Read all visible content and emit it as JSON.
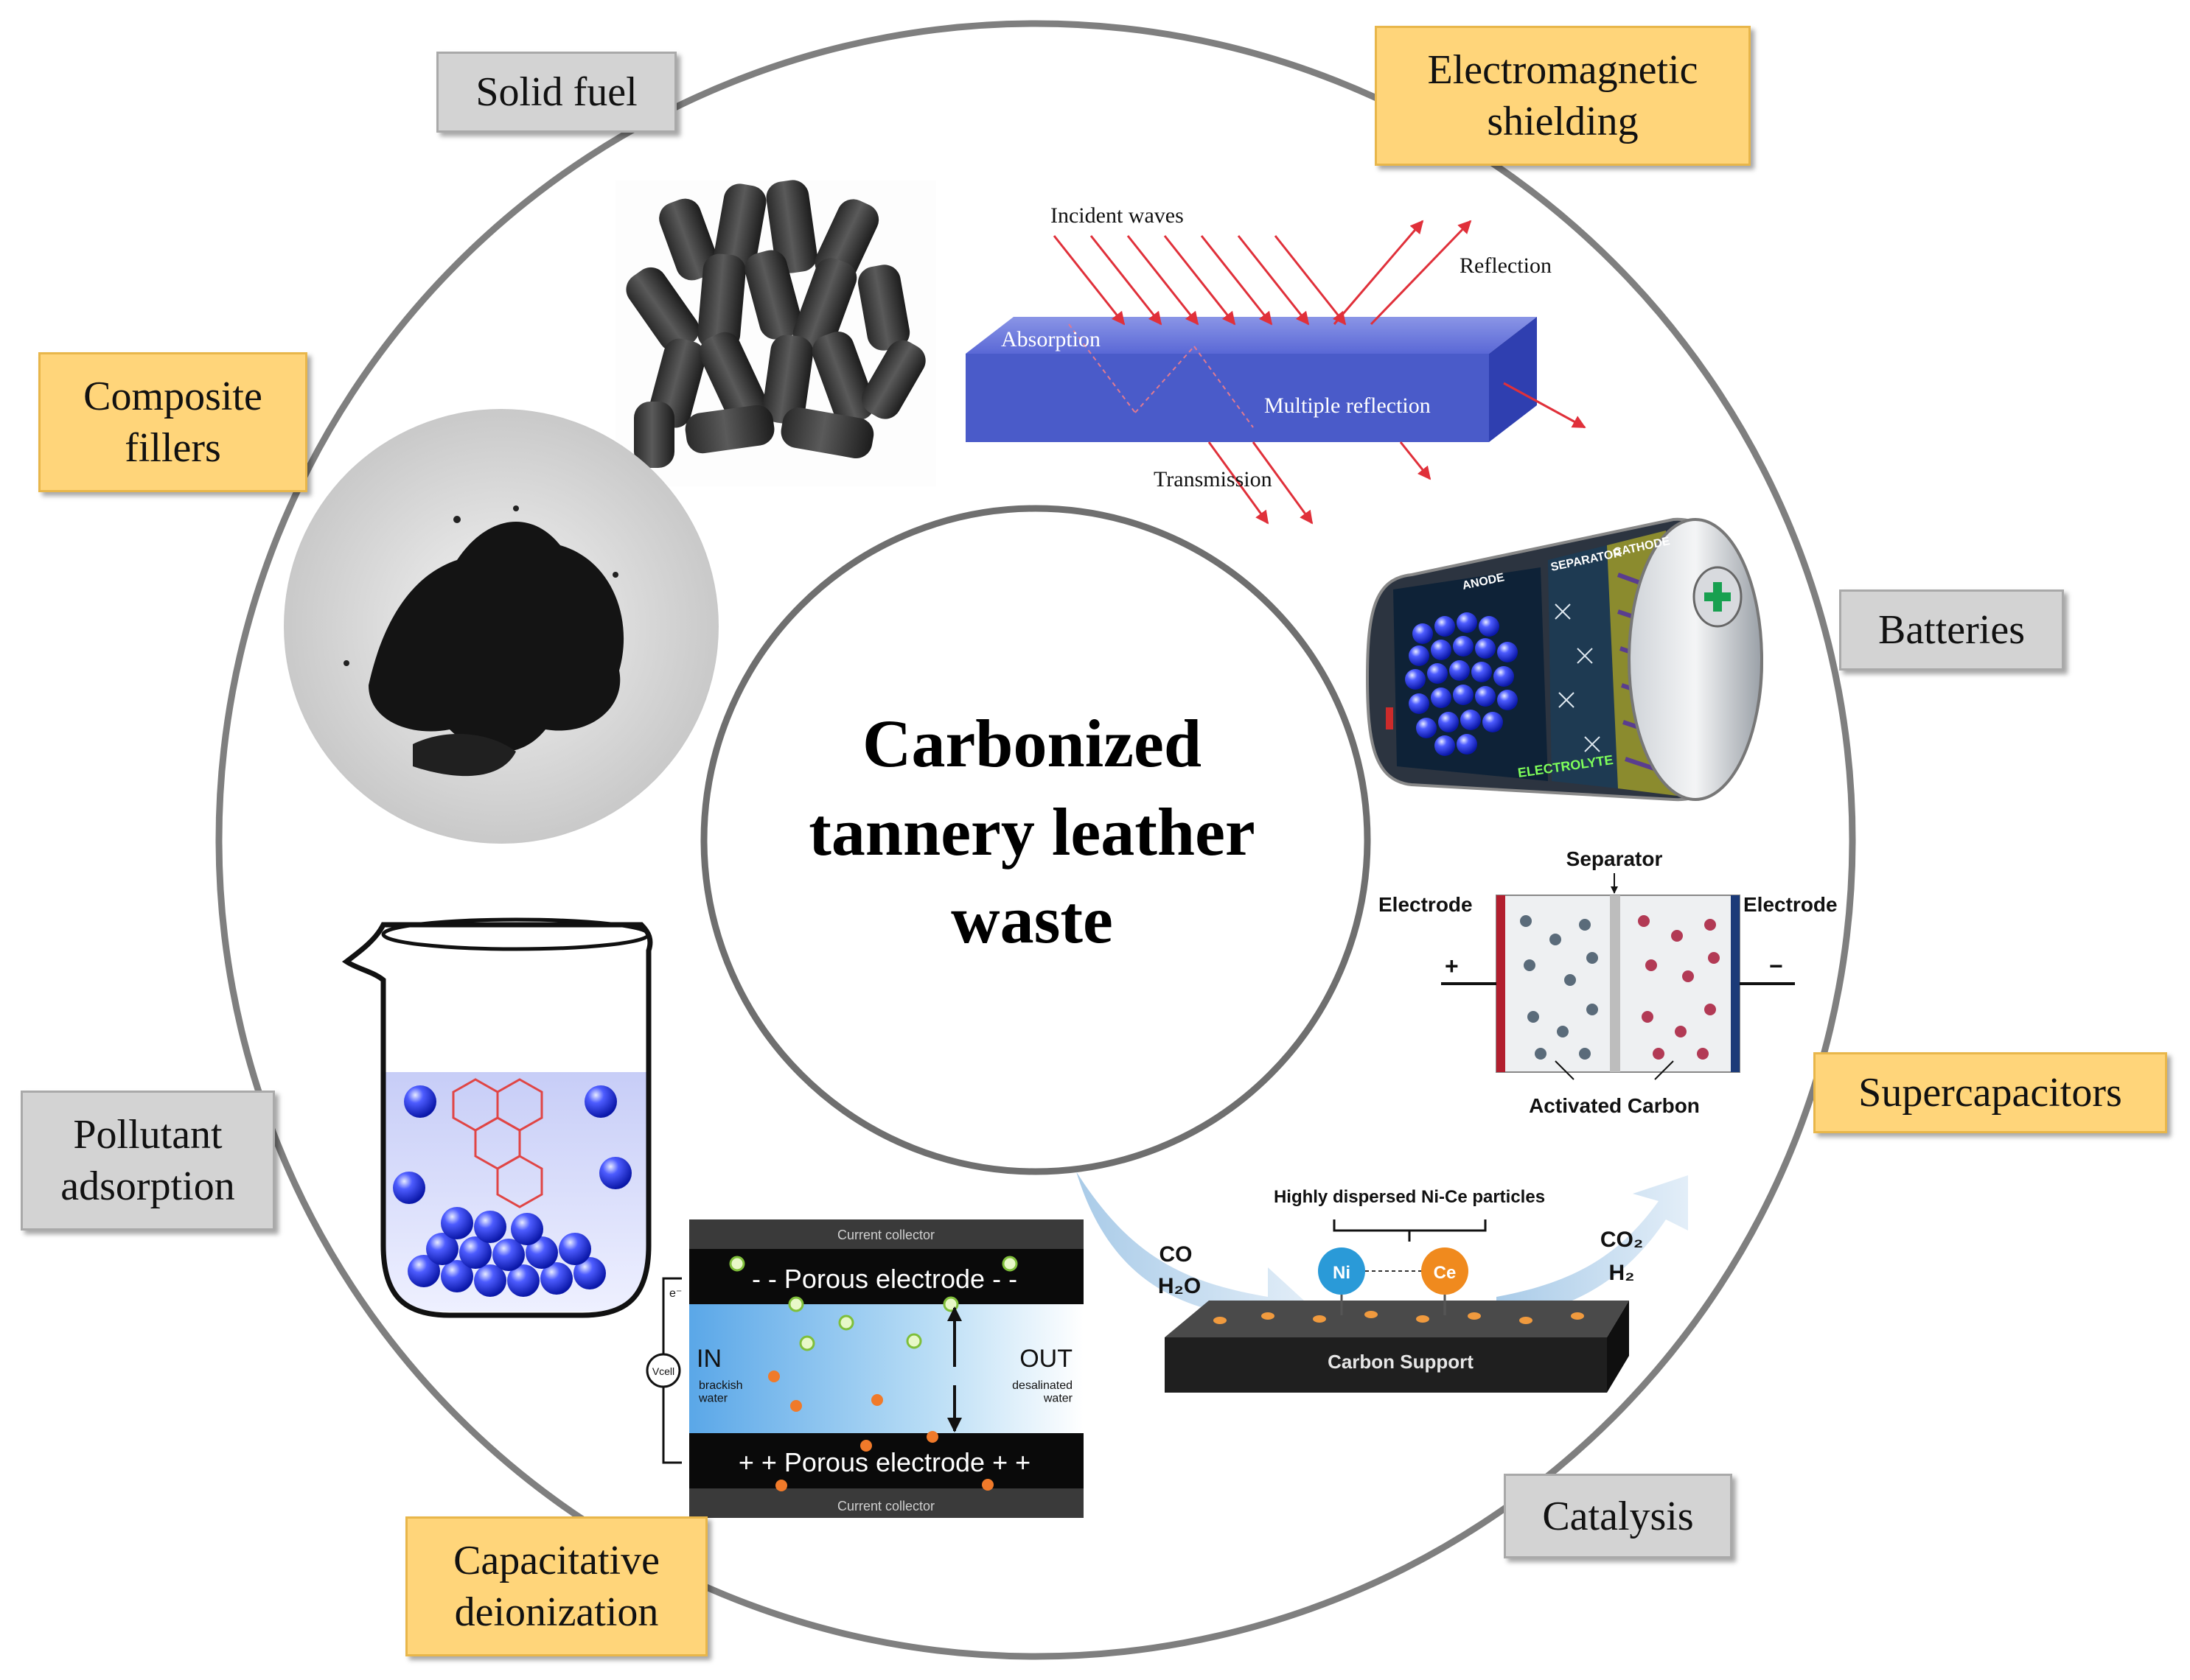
{
  "center_title": "Carbonized\ntannery leather\nwaste",
  "labels": {
    "solid_fuel": "Solid fuel",
    "electromagnetic_shielding": "Electromagnetic\nshielding",
    "composite_fillers": "Composite\nfillers",
    "batteries": "Batteries",
    "pollutant_adsorption": "Pollutant\nadsorption",
    "supercapacitors": "Supercapacitors",
    "capacitative_deionization": "Capacitative\ndeionization",
    "catalysis": "Catalysis"
  },
  "emi_diagram": {
    "incident_waves": "Incident waves",
    "reflection": "Reflection",
    "absorption": "Absorption",
    "multiple_reflection": "Multiple reflection",
    "transmission": "Transmission"
  },
  "battery": {
    "anode": "ANODE",
    "separator": "SEPARATOR",
    "cathode": "CATHODE",
    "electrolyte": "ELECTROLYTE"
  },
  "supercapacitor": {
    "separator": "Separator",
    "electrode_left": "Electrode",
    "electrode_right": "Electrode",
    "plus": "+",
    "minus": "−",
    "activated_carbon": "Activated Carbon"
  },
  "cdi": {
    "current_collector_top": "Current collector",
    "current_collector_bottom": "Current collector",
    "porous_electrode_top": "- - Porous electrode - -",
    "porous_electrode_bottom": "+ + Porous electrode + +",
    "in_label": "IN",
    "in_sub": "brackish\nwater",
    "out_label": "OUT",
    "out_sub": "desalinated\nwater",
    "voltage": "Vcell",
    "electron": "e⁻"
  },
  "catalysis_diagram": {
    "header": "Highly dispersed Ni-Ce particles",
    "ni": "Ni",
    "ce": "Ce",
    "co": "CO",
    "h2o": "H₂O",
    "co2": "CO₂",
    "h2": "H₂",
    "support": "Carbon Support"
  },
  "colors": {
    "label_yellow": "#ffd57a",
    "label_grey": "#d3d3d3",
    "ring": "#7f7f7f",
    "slab_blue": "#4a5bc9",
    "wave_red": "#e0303a"
  }
}
